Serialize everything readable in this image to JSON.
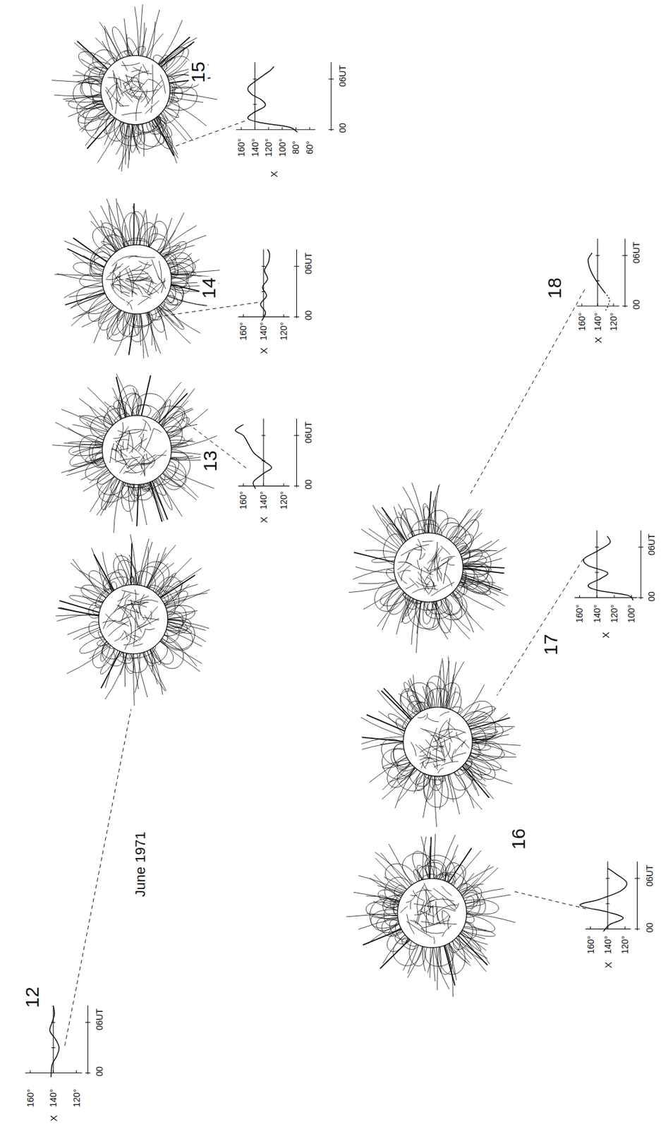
{
  "diagram": {
    "labels": [
      "June 1971",
      "12",
      "160°",
      "140°",
      "120°",
      "X",
      "00",
      "06UT",
      "13",
      "160°",
      "140°",
      "120°",
      "X",
      "00",
      "06UT",
      "14",
      "160°",
      "140°",
      "120°",
      "X",
      "00",
      "06UT",
      "15",
      "160°",
      "140°",
      "120°",
      "100°",
      "80°",
      "60°",
      "X",
      "00",
      "06UT",
      "16",
      "160°",
      "140°",
      "120°",
      "X",
      "00",
      "06UT",
      "17",
      "160°",
      "140°",
      "120°",
      "100°",
      "X",
      "00",
      "06UT",
      "18",
      "160°",
      "140°",
      "120°",
      "X",
      "00",
      "06UT"
    ]
  }
}
